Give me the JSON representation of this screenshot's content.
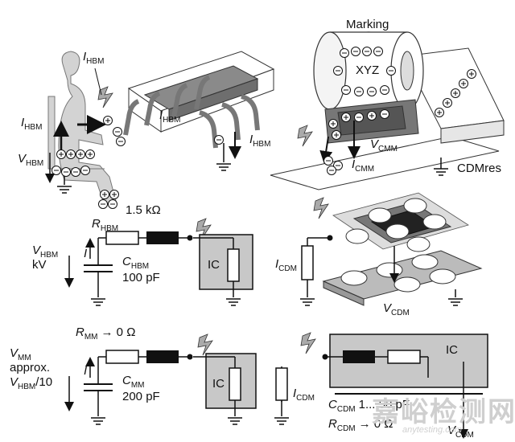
{
  "top_left": {
    "i_hbm_top": "I",
    "i_hbm_top_sub": "HBM",
    "i_hbm_left": "I",
    "i_hbm_left_sub": "HBM",
    "v_hbm": "V",
    "v_hbm_sub": "HBM",
    "i_hbm_chip": "I",
    "i_hbm_chip_sub": "HBM",
    "i_hbm_right": "I",
    "i_hbm_right_sub": "HBM",
    "resistor": "1.5 kΩ"
  },
  "top_right": {
    "marking": "Marking",
    "xyz": "XYZ",
    "v_cmm": "V",
    "v_cmm_sub": "CMM",
    "i_cmm": "I",
    "i_cmm_sub": "CMM",
    "cdmres": "CDMres"
  },
  "hbm_circuit": {
    "r_label": "R",
    "r_sub": "HBM",
    "v_label": "V",
    "v_sub": "HBM",
    "kv": "kV",
    "i": "I",
    "c_label": "C",
    "c_sub": "HBM",
    "c_value": "100 pF",
    "ic": "IC"
  },
  "cdm_top": {
    "i_label": "I",
    "i_sub": "CDM",
    "v_label": "V",
    "v_sub": "CDM"
  },
  "mm_circuit": {
    "r_label": "R",
    "r_sub": "MM",
    "r_value": "→ 0 Ω",
    "v_label": "V",
    "v_sub": "MM",
    "approx": "approx.",
    "v_hbm": "V",
    "v_hbm_sub": "HBM",
    "div": "/10",
    "i": "I",
    "c_label": "C",
    "c_sub": "MM",
    "c_value": "200 pF",
    "ic": "IC"
  },
  "cdm_circuit": {
    "i_label": "I",
    "i_sub": "CDM",
    "ic": "IC",
    "c_label": "C",
    "c_sub": "CDM",
    "c_value": "1... 50 pF",
    "r_label": "R",
    "r_sub": "CDM",
    "r_value": "→ 0 Ω",
    "v_label": "V",
    "v_sub": "CDM"
  },
  "watermark": {
    "main": "嘉峪检测网",
    "url": "anytesting.com"
  },
  "colors": {
    "dark_gray": "#6e6e6e",
    "light_gray": "#c8c8c8",
    "mid_gray": "#9a9a9a"
  }
}
